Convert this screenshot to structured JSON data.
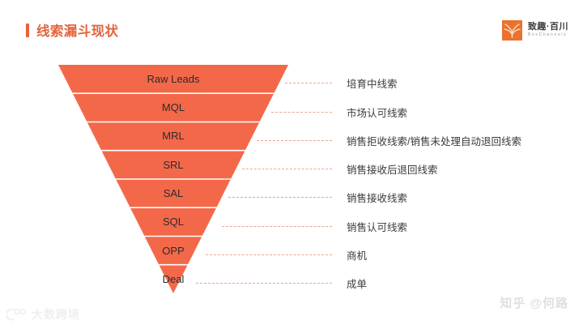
{
  "header": {
    "title": "线索漏斗现状",
    "accent_color": "#E2653F"
  },
  "logo": {
    "icon_name": "beschannels-logo-icon",
    "name_cn": "致趣·百川",
    "name_en": "BesChannels",
    "color": "#E8722E"
  },
  "chart_data": {
    "type": "funnel",
    "title": "线索漏斗现状",
    "orientation": "inverted",
    "fill_color": "#F4684A",
    "separator_color": "#FFFFFF",
    "connector_color": "#E9A68C",
    "stages": [
      {
        "stage": "Raw Leads",
        "description": "培育中线索",
        "level": 1
      },
      {
        "stage": "MQL",
        "description": "市场认可线索",
        "level": 2
      },
      {
        "stage": "MRL",
        "description": "销售拒收线索/销售未处理自动退回线索",
        "level": 3
      },
      {
        "stage": "SRL",
        "description": "销售接收后退回线索",
        "level": 4
      },
      {
        "stage": "SAL",
        "description": "销售接收线索",
        "level": 5
      },
      {
        "stage": "SQL",
        "description": "销售认可线索",
        "level": 6
      },
      {
        "stage": "OPP",
        "description": "商机",
        "level": 7
      },
      {
        "stage": "Deal",
        "description": "成单",
        "level": 8
      }
    ]
  },
  "watermarks": {
    "left": {
      "icon_name": "dashukuajing-logo-icon",
      "text": "大数跨境"
    },
    "right": {
      "text": "知乎 @何路"
    }
  }
}
